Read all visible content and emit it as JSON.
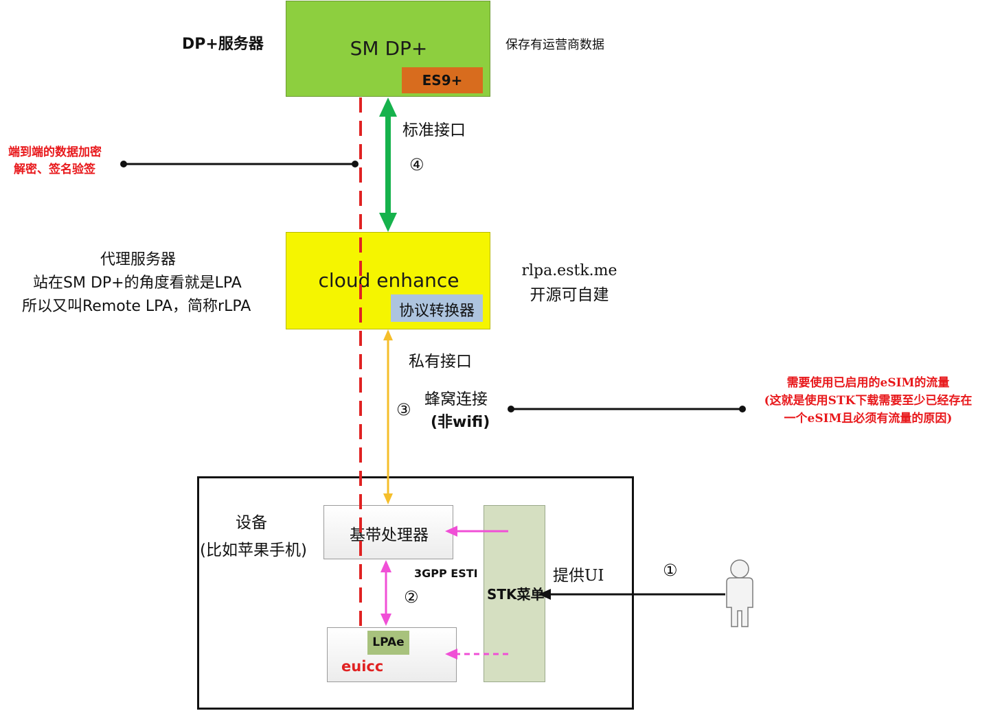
{
  "sm_dp": {
    "title": "SM DP+",
    "tag": "ES9+",
    "side_label": "DP+服务器",
    "note": "保存有运营商数据"
  },
  "standard_link": {
    "label": "标准接口",
    "step": "④"
  },
  "e2e_note": {
    "line1": "端到端的数据加密",
    "line2": "解密、签名验签"
  },
  "proxy": {
    "title": "cloud enhance",
    "tag": "协议转换器",
    "desc_line1": "代理服务器",
    "desc_line2": "站在SM DP+的角度看就是LPA",
    "desc_line3": "所以又叫Remote LPA，简称rLPA",
    "site_line1": "rlpa.estk.me",
    "site_line2": "开源可自建"
  },
  "private_link": {
    "label": "私有接口",
    "cell_line1": "蜂窝连接",
    "cell_line2": "(非wifi)",
    "step": "③"
  },
  "cell_note": {
    "line1": "需要使用已启用的eSIM的流量",
    "line2": "(这就是使用STK下载需要至少已经存在",
    "line3": "一个eSIM且必须有流量的原因)"
  },
  "device": {
    "label_line1": "设备",
    "label_line2": "(比如苹果手机)",
    "baseband": "基带处理器",
    "standard": "3GPP ESTI",
    "step": "②",
    "lpae": "LPAe",
    "euicc": "euicc",
    "stk_menu": "STK菜单",
    "ui_label": "提供UI"
  },
  "user": {
    "step": "①"
  },
  "colors": {
    "sm_dp_fill": "#8dcf3f",
    "es9_fill": "#d86c1e",
    "proxy_fill": "#f5f500",
    "protocol_fill": "#adc4df",
    "stk_fill": "#d5dfc1",
    "lpae_fill": "#a8c27d",
    "red_dashed": "#e02222",
    "green_arrow": "#16b24c",
    "orange_arrow": "#f5be2a",
    "magenta_arrow": "#f04fd6"
  }
}
